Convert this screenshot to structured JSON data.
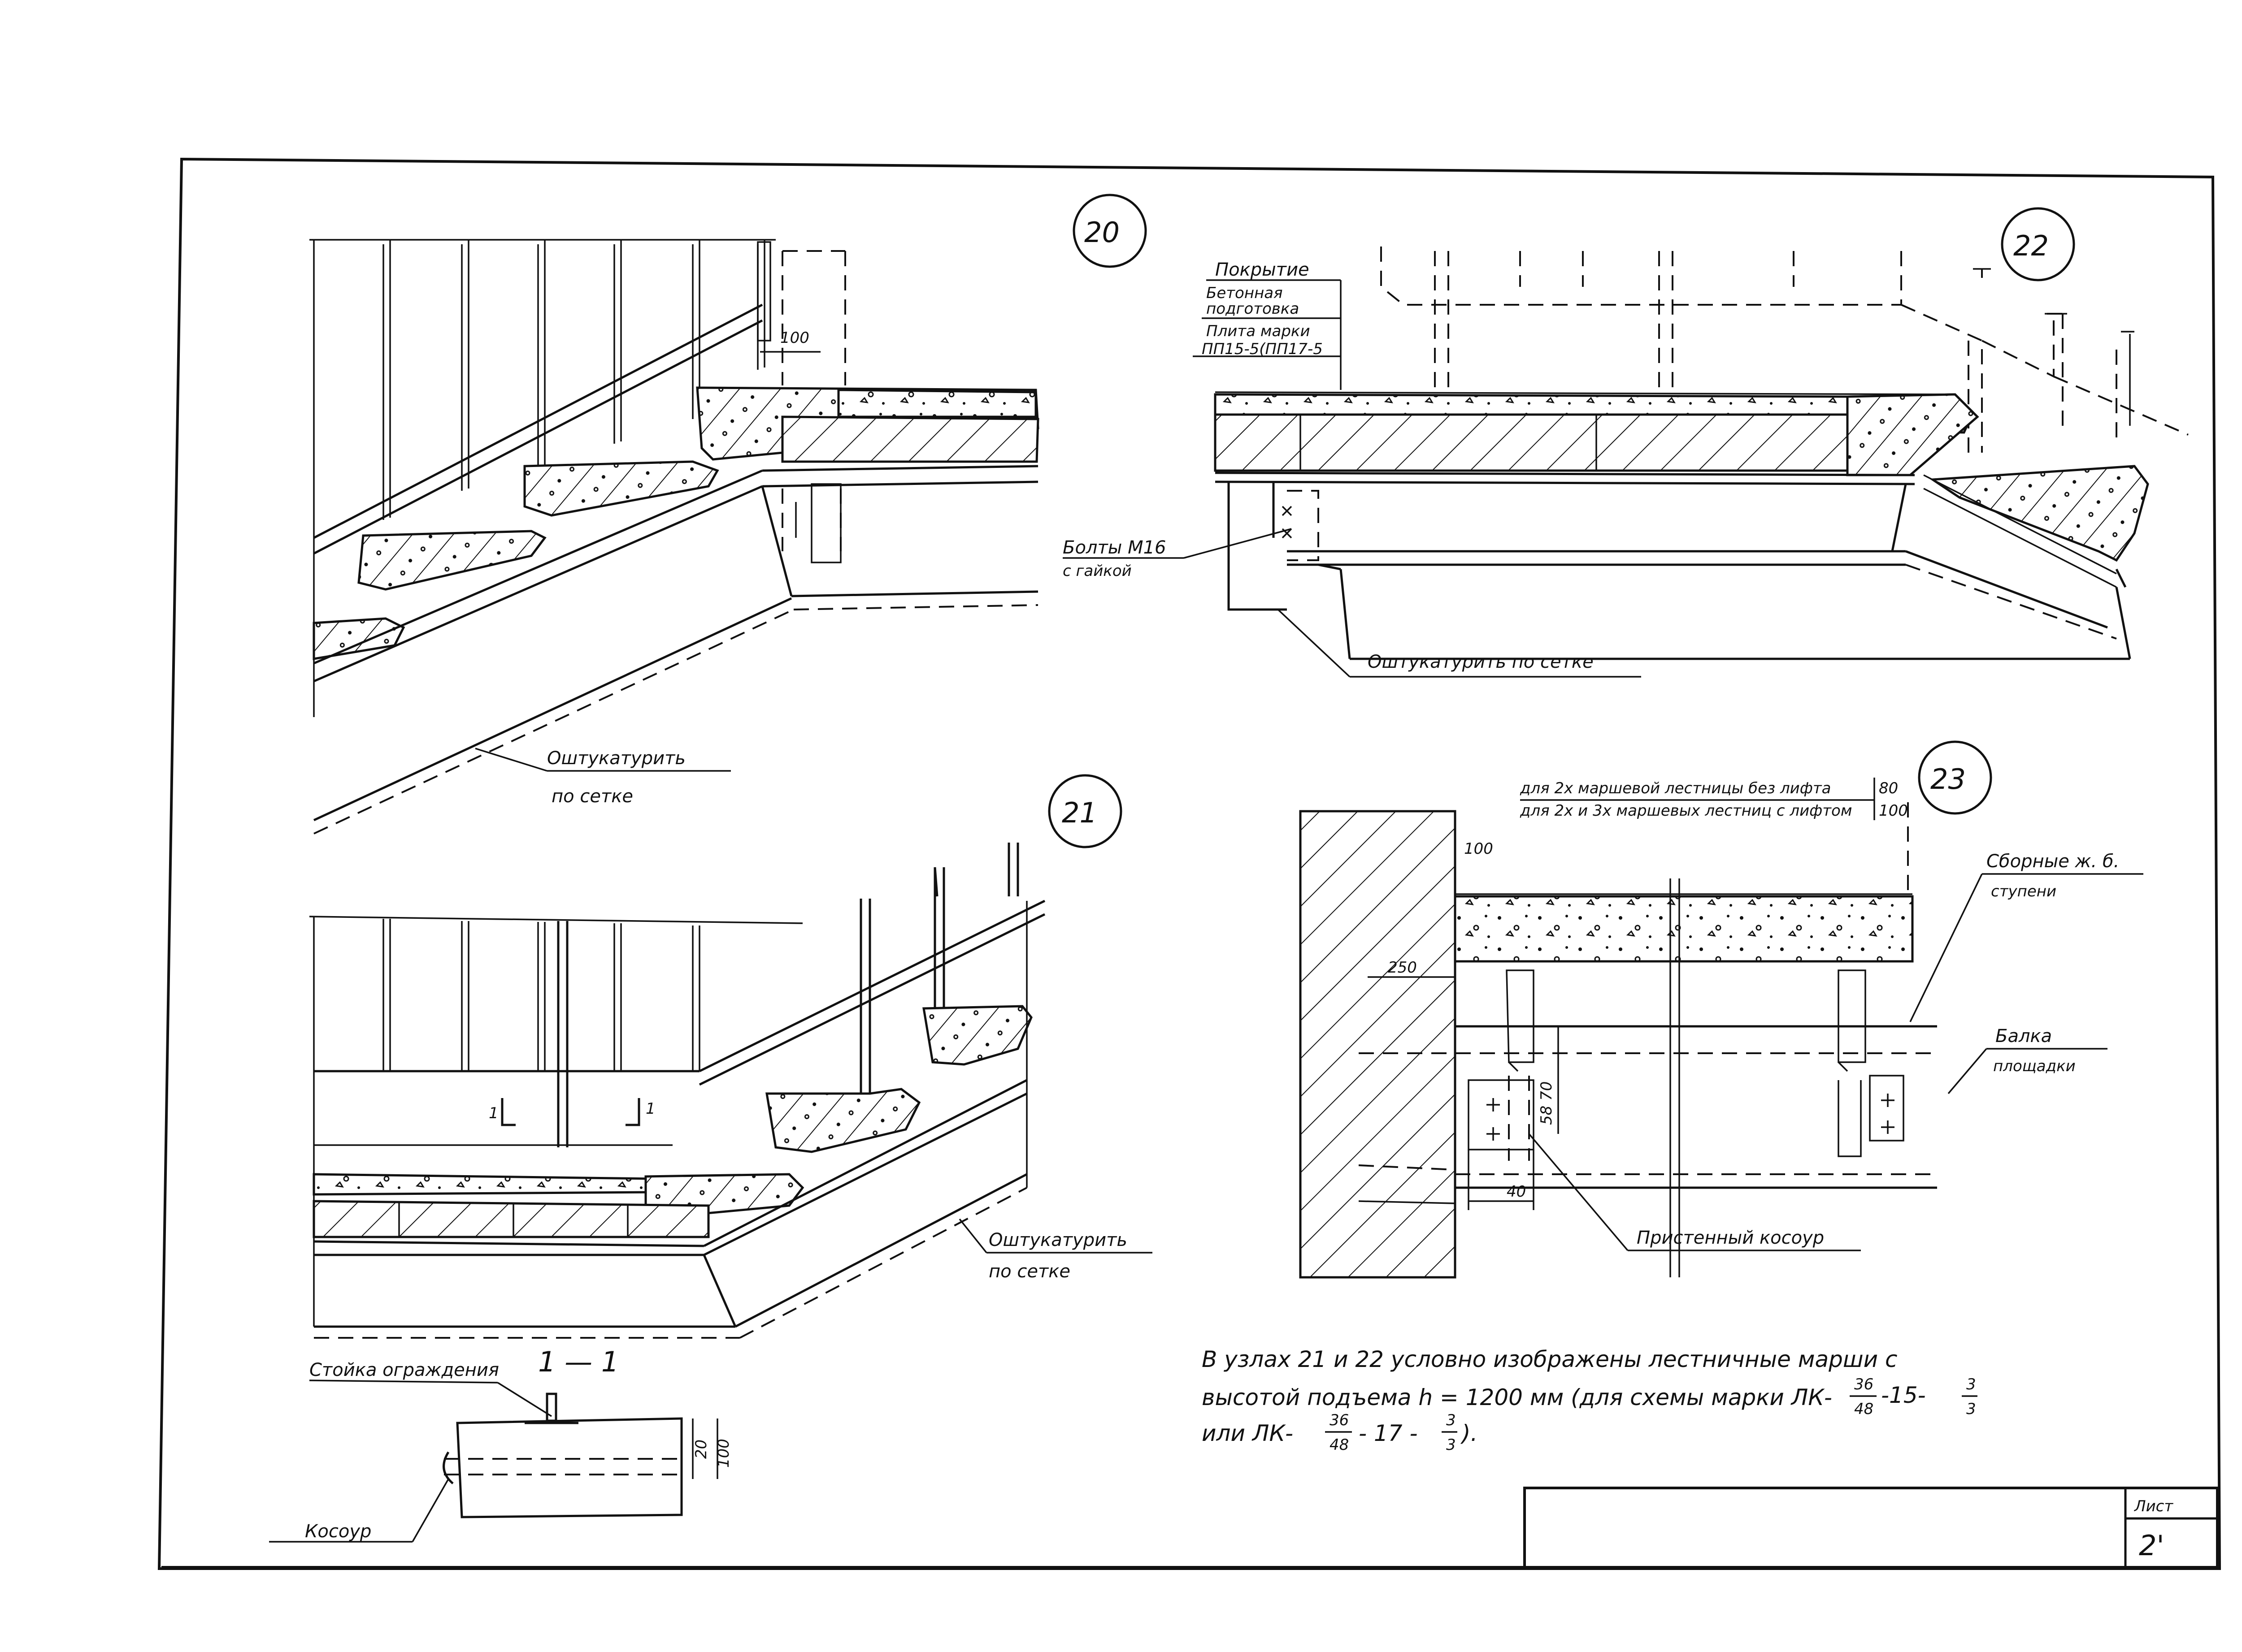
{
  "labels": {
    "n20": "20",
    "n21": "21",
    "n22": "22",
    "n23": "23",
    "dim100_a": "100",
    "dim100_b": "100",
    "dim250": "250",
    "dim40": "40",
    "dim5870": "58 70",
    "dim20": "20",
    "dim100_c": "100",
    "plaster_20_a": "Оштукатурить",
    "plaster_20_b": "по сетке",
    "plaster_21_a": "Оштукатурить",
    "plaster_21_b": "по сетке",
    "plaster_22": "Оштукатурить по сетке",
    "cover": "Покрытие",
    "concrete_prep_a": "Бетонная",
    "concrete_prep_b": "подготовка",
    "slab_a": "Плита марки",
    "slab_b": "ПП15-5(ПП17-5",
    "bolts_a": "Болты М16",
    "bolts_b": "с гайкой",
    "note23_a": "для 2х маршевой лестницы без лифта",
    "note23_b": "для 2х и 3х маршевых лестниц с лифтом",
    "note23_v1": "80",
    "note23_v2": "100",
    "steps_a": "Сборные ж. б.",
    "steps_b": "ступени",
    "beam_a": "Балка",
    "beam_b": "площадки",
    "stringer_wall": "Пристенный косоур",
    "sec1": "1",
    "sec1b": "1",
    "section_title": "1 — 1",
    "post": "Стойка ограждения",
    "stringer": "Косоур",
    "note_l1": "В узлах 21 и 22 условно изображены лестничные марши с",
    "note_l2": "высотой подъема  h = 1200 мм (для схемы марки ЛК-",
    "note_l2_frac_top": "36",
    "note_l2_frac_bot": "48",
    "note_l2_tail": "-15-",
    "note_l2_frac2_top": "3",
    "note_l2_frac2_bot": "3",
    "note_l3": "или  ЛК-",
    "note_l3_frac_top": "36",
    "note_l3_frac_bot": "48",
    "note_l3_tail": "- 17 -",
    "note_l3_frac2_top": "3",
    "note_l3_frac2_bot": "3",
    "note_l3_end": ").",
    "sheet_label": "Лист",
    "sheet_no": "2'"
  }
}
